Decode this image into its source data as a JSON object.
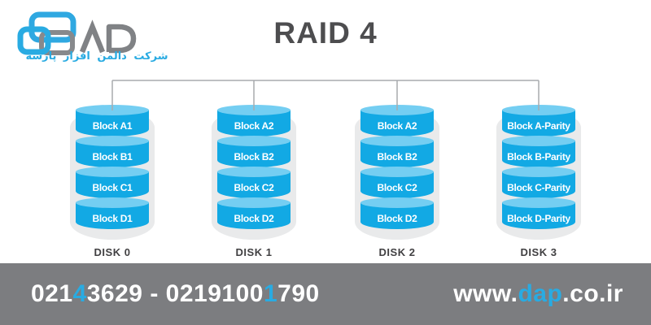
{
  "brand": {
    "wordmark": "DAP",
    "tagline": "شرکت دالمن افزار پارسه"
  },
  "title": "RAID 4",
  "diagram": {
    "disks": [
      {
        "label": "DISK 0",
        "blocks": [
          "Block A1",
          "Block B1",
          "Block C1",
          "Block D1"
        ]
      },
      {
        "label": "DISK 1",
        "blocks": [
          "Block A2",
          "Block B2",
          "Block C2",
          "Block D2"
        ]
      },
      {
        "label": "DISK 2",
        "blocks": [
          "Block A2",
          "Block B2",
          "Block C2",
          "Block D2"
        ]
      },
      {
        "label": "DISK 3",
        "blocks": [
          "Block A-Parity",
          "Block B-Parity",
          "Block C-Parity",
          "Block D-Parity"
        ]
      }
    ]
  },
  "footer": {
    "phone": {
      "full": "02143629 - 02191001790",
      "segments": [
        {
          "text": "021",
          "accent": false
        },
        {
          "text": "4",
          "accent": true
        },
        {
          "text": "3629 - 0219100",
          "accent": false
        },
        {
          "text": "1",
          "accent": true
        },
        {
          "text": "790",
          "accent": false
        }
      ]
    },
    "website": {
      "full": "www.dap.co.ir",
      "segments": [
        {
          "text": "www.",
          "accent": false
        },
        {
          "text": "dap",
          "accent": true
        },
        {
          "text": ".co.ir",
          "accent": false
        }
      ]
    }
  },
  "colors": {
    "accent_blue": "#29abe2",
    "cylinder_blue": "#12a9e4",
    "cylinder_top_blue": "#74cef2",
    "shell_gray": "#e9eaeb",
    "connector_gray": "#a9abae",
    "title_gray": "#4d4d4f",
    "footer_gray": "#7c7d80"
  }
}
